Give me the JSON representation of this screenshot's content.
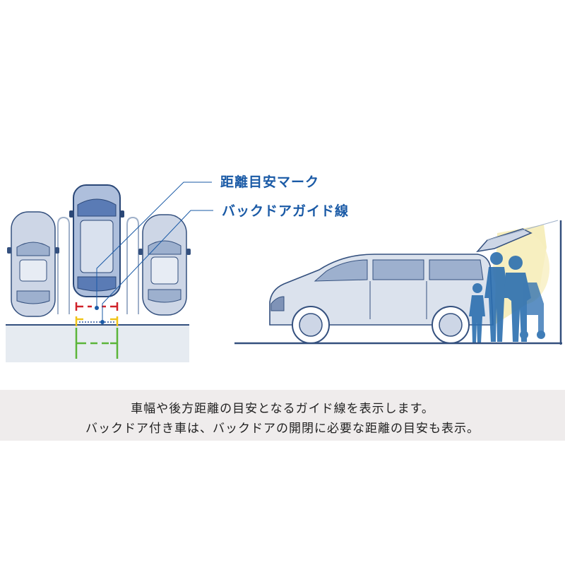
{
  "labels": {
    "distance_mark": "距離目安マーク",
    "backdoor_line": "バックドアガイド線"
  },
  "caption": {
    "line1": "車幅や後方距離の目安となるガイド線を表示します。",
    "line2": "バックドア付き車は、バックドアの開閉に必要な距離の目安も表示。"
  },
  "colors": {
    "callout_text": "#1a5aa6",
    "car_fill": "#cdd6e6",
    "car_stroke": "#34507e",
    "highlight_car": "#5a7bb5",
    "guide_red": "#d0222a",
    "guide_yellow": "#f0c419",
    "guide_green": "#5bb53a",
    "people": "#2c6fb0",
    "light_beam": "#f4ebb2",
    "caption_band": "#efecec"
  }
}
